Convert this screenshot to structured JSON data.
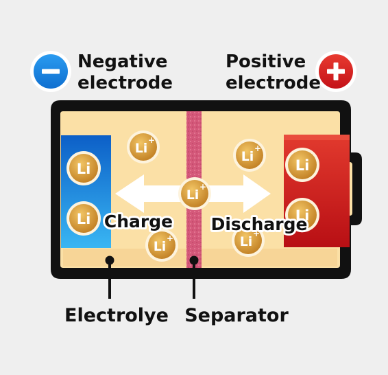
{
  "labels": {
    "negative_line1": "Negative",
    "negative_line2": "electrode",
    "positive_line1": "Positive",
    "positive_line2": "electrode",
    "charge": "Charge",
    "discharge": "Discharge",
    "electrolyte": "Electrolye",
    "separator": "Separator"
  },
  "symbols": {
    "minus": "−",
    "plus": "+"
  },
  "ion": {
    "symbol": "Li",
    "superscript": "+"
  },
  "colors": {
    "background": "#efefef",
    "battery_outline": "#111111",
    "electrolyte": "#fbe0a6",
    "negative_electrode": "#1e8ae0",
    "positive_electrode": "#d0161c",
    "separator": "#d65a7a",
    "ion": "#d99a32",
    "arrow": "#ffffff"
  }
}
